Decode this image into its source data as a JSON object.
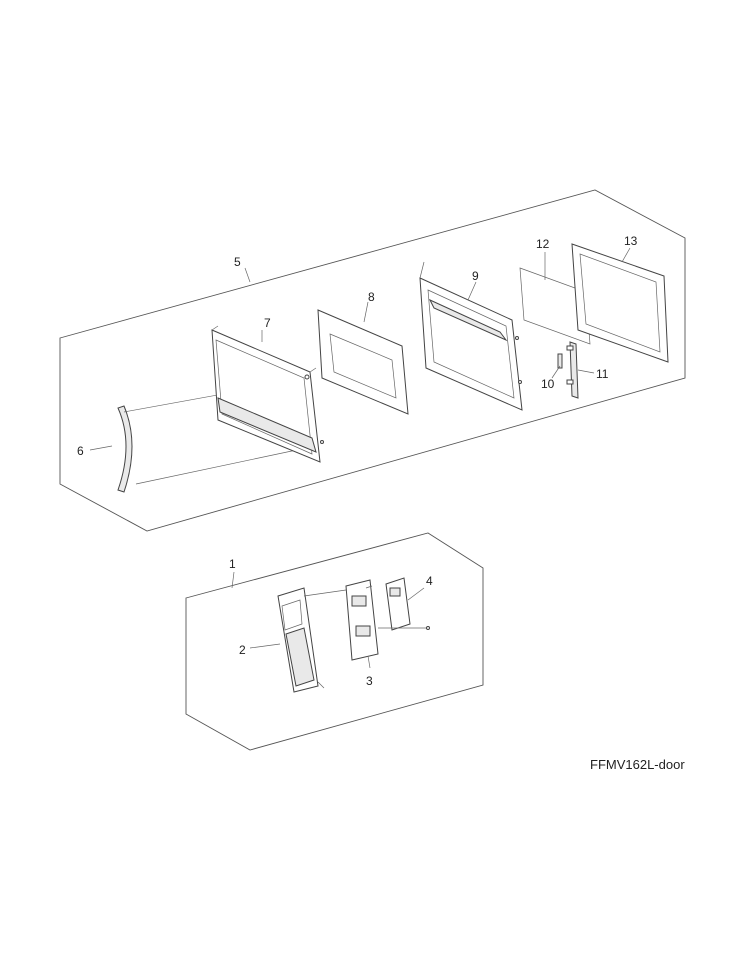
{
  "callouts": {
    "c1": "1",
    "c2": "2",
    "c3": "3",
    "c4": "4",
    "c5": "5",
    "c6": "6",
    "c7": "7",
    "c8": "8",
    "c9": "9",
    "c10": "10",
    "c11": "11",
    "c12": "12",
    "c13": "13"
  },
  "caption": "FFMV162L-door"
}
